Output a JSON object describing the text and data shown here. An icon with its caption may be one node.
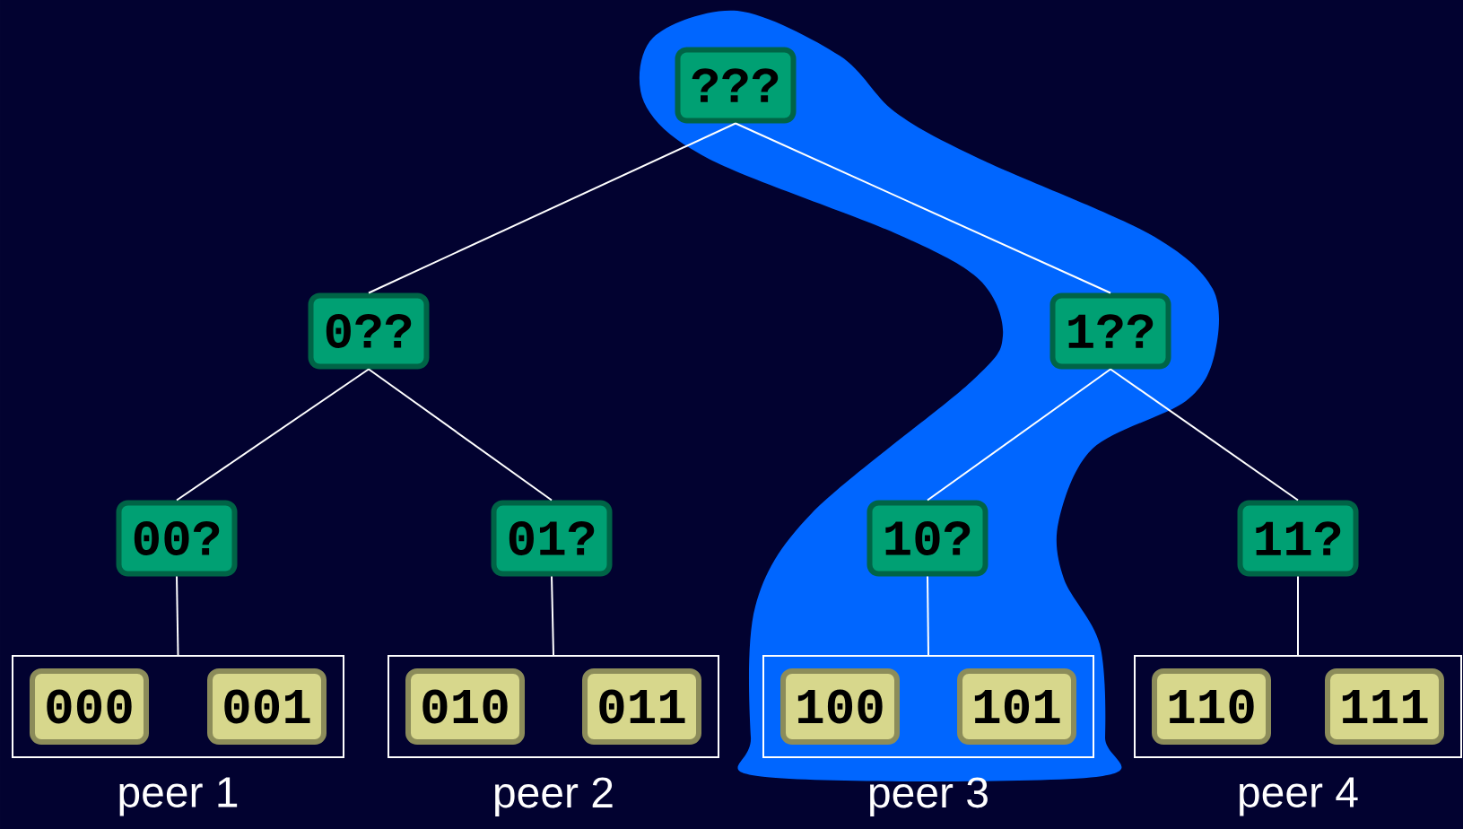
{
  "diagram": {
    "nodes": [
      {
        "text": [
          "???"
        ]
      },
      {
        "text": [
          "0??"
        ]
      },
      {
        "text": [
          "1??"
        ]
      },
      {
        "text": [
          "00?"
        ]
      },
      {
        "text": [
          "01?"
        ]
      },
      {
        "text": [
          "10?"
        ]
      },
      {
        "text": [
          "11?"
        ]
      },
      {
        "text": [],
        "shape": "box",
        "beside": [
          "peer 1"
        ]
      },
      {
        "text": [
          "000"
        ],
        "in": 7
      },
      {
        "text": [
          "001"
        ],
        "in": 7
      },
      {
        "text": [],
        "shape": "box",
        "beside": [
          "peer 2"
        ]
      },
      {
        "text": [
          "010"
        ],
        "in": 10
      },
      {
        "text": [
          "011"
        ],
        "in": 10
      },
      {
        "text": [],
        "shape": "box",
        "beside": [
          "peer 3"
        ]
      },
      {
        "text": [
          "100"
        ],
        "in": 13
      },
      {
        "text": [
          "101"
        ],
        "in": 13
      },
      {
        "text": [],
        "shape": "box",
        "beside": [
          "peer 4"
        ]
      },
      {
        "text": [
          "110"
        ],
        "in": 16
      },
      {
        "text": [
          "111"
        ],
        "in": 16
      }
    ],
    "edges": [
      {
        "from": 0,
        "to": 1,
        "arrow": "none"
      },
      {
        "from": 0,
        "to": 2,
        "arrow": "none"
      },
      {
        "from": 1,
        "to": 3,
        "arrow": "none"
      },
      {
        "from": 1,
        "to": 4,
        "arrow": "none"
      },
      {
        "from": 2,
        "to": 5,
        "arrow": "none"
      },
      {
        "from": 2,
        "to": 6,
        "arrow": "none"
      },
      {
        "from": 3,
        "to": 7,
        "arrow": "none"
      },
      {
        "from": 4,
        "to": 10,
        "arrow": "none"
      },
      {
        "from": 5,
        "to": 13,
        "arrow": "none"
      },
      {
        "from": 6,
        "to": 16,
        "arrow": "none"
      }
    ]
  }
}
